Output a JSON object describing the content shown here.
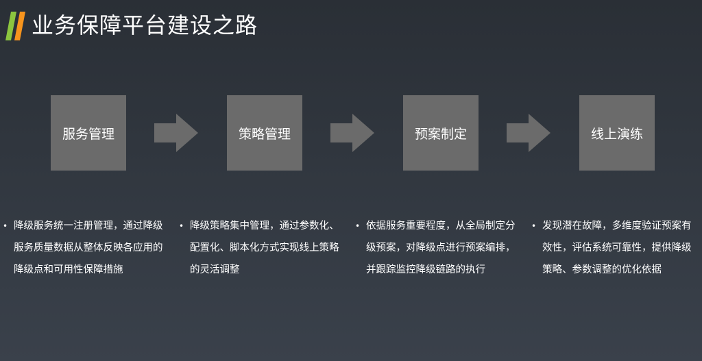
{
  "header": {
    "title": "业务保障平台建设之路",
    "logo_colors": [
      "#8cc63f",
      "#f7941d"
    ]
  },
  "steps": [
    {
      "label": "服务管理",
      "description": "降级服务统一注册管理，通过降级服务质量数据从整体反映各应用的降级点和可用性保障措施"
    },
    {
      "label": "策略管理",
      "description": "降级策略集中管理，通过参数化、配置化、脚本化方式实现线上策略的灵活调整"
    },
    {
      "label": "预案制定",
      "description": "依据服务重要程度，从全局制定分级预案，对降级点进行预案编排，并跟踪监控降级链路的执行"
    },
    {
      "label": "线上演练",
      "description": "发现潜在故障，多维度验证预案有效性，评估系统可靠性，提供降级策略、参数调整的优化依据"
    }
  ],
  "bullet_glyph": "•",
  "colors": {
    "box": "#6b6b6b",
    "arrow": "#6b6b6b"
  }
}
